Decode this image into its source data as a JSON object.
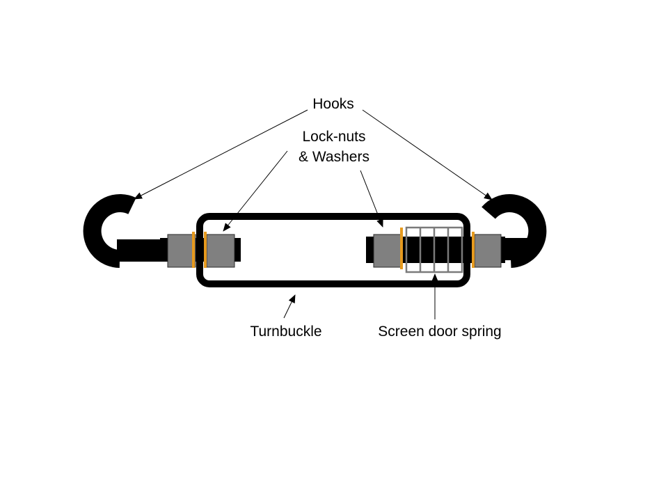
{
  "labels": {
    "hooks": "Hooks",
    "locknuts_line1": "Lock-nuts",
    "locknuts_line2": "& Washers",
    "turnbuckle": "Turnbuckle",
    "spring": "Screen door spring"
  },
  "colors": {
    "metal": "#000000",
    "nut": "#808080",
    "washer": "#e69a1e",
    "spring": "#7a7a7a",
    "background": "#ffffff"
  }
}
